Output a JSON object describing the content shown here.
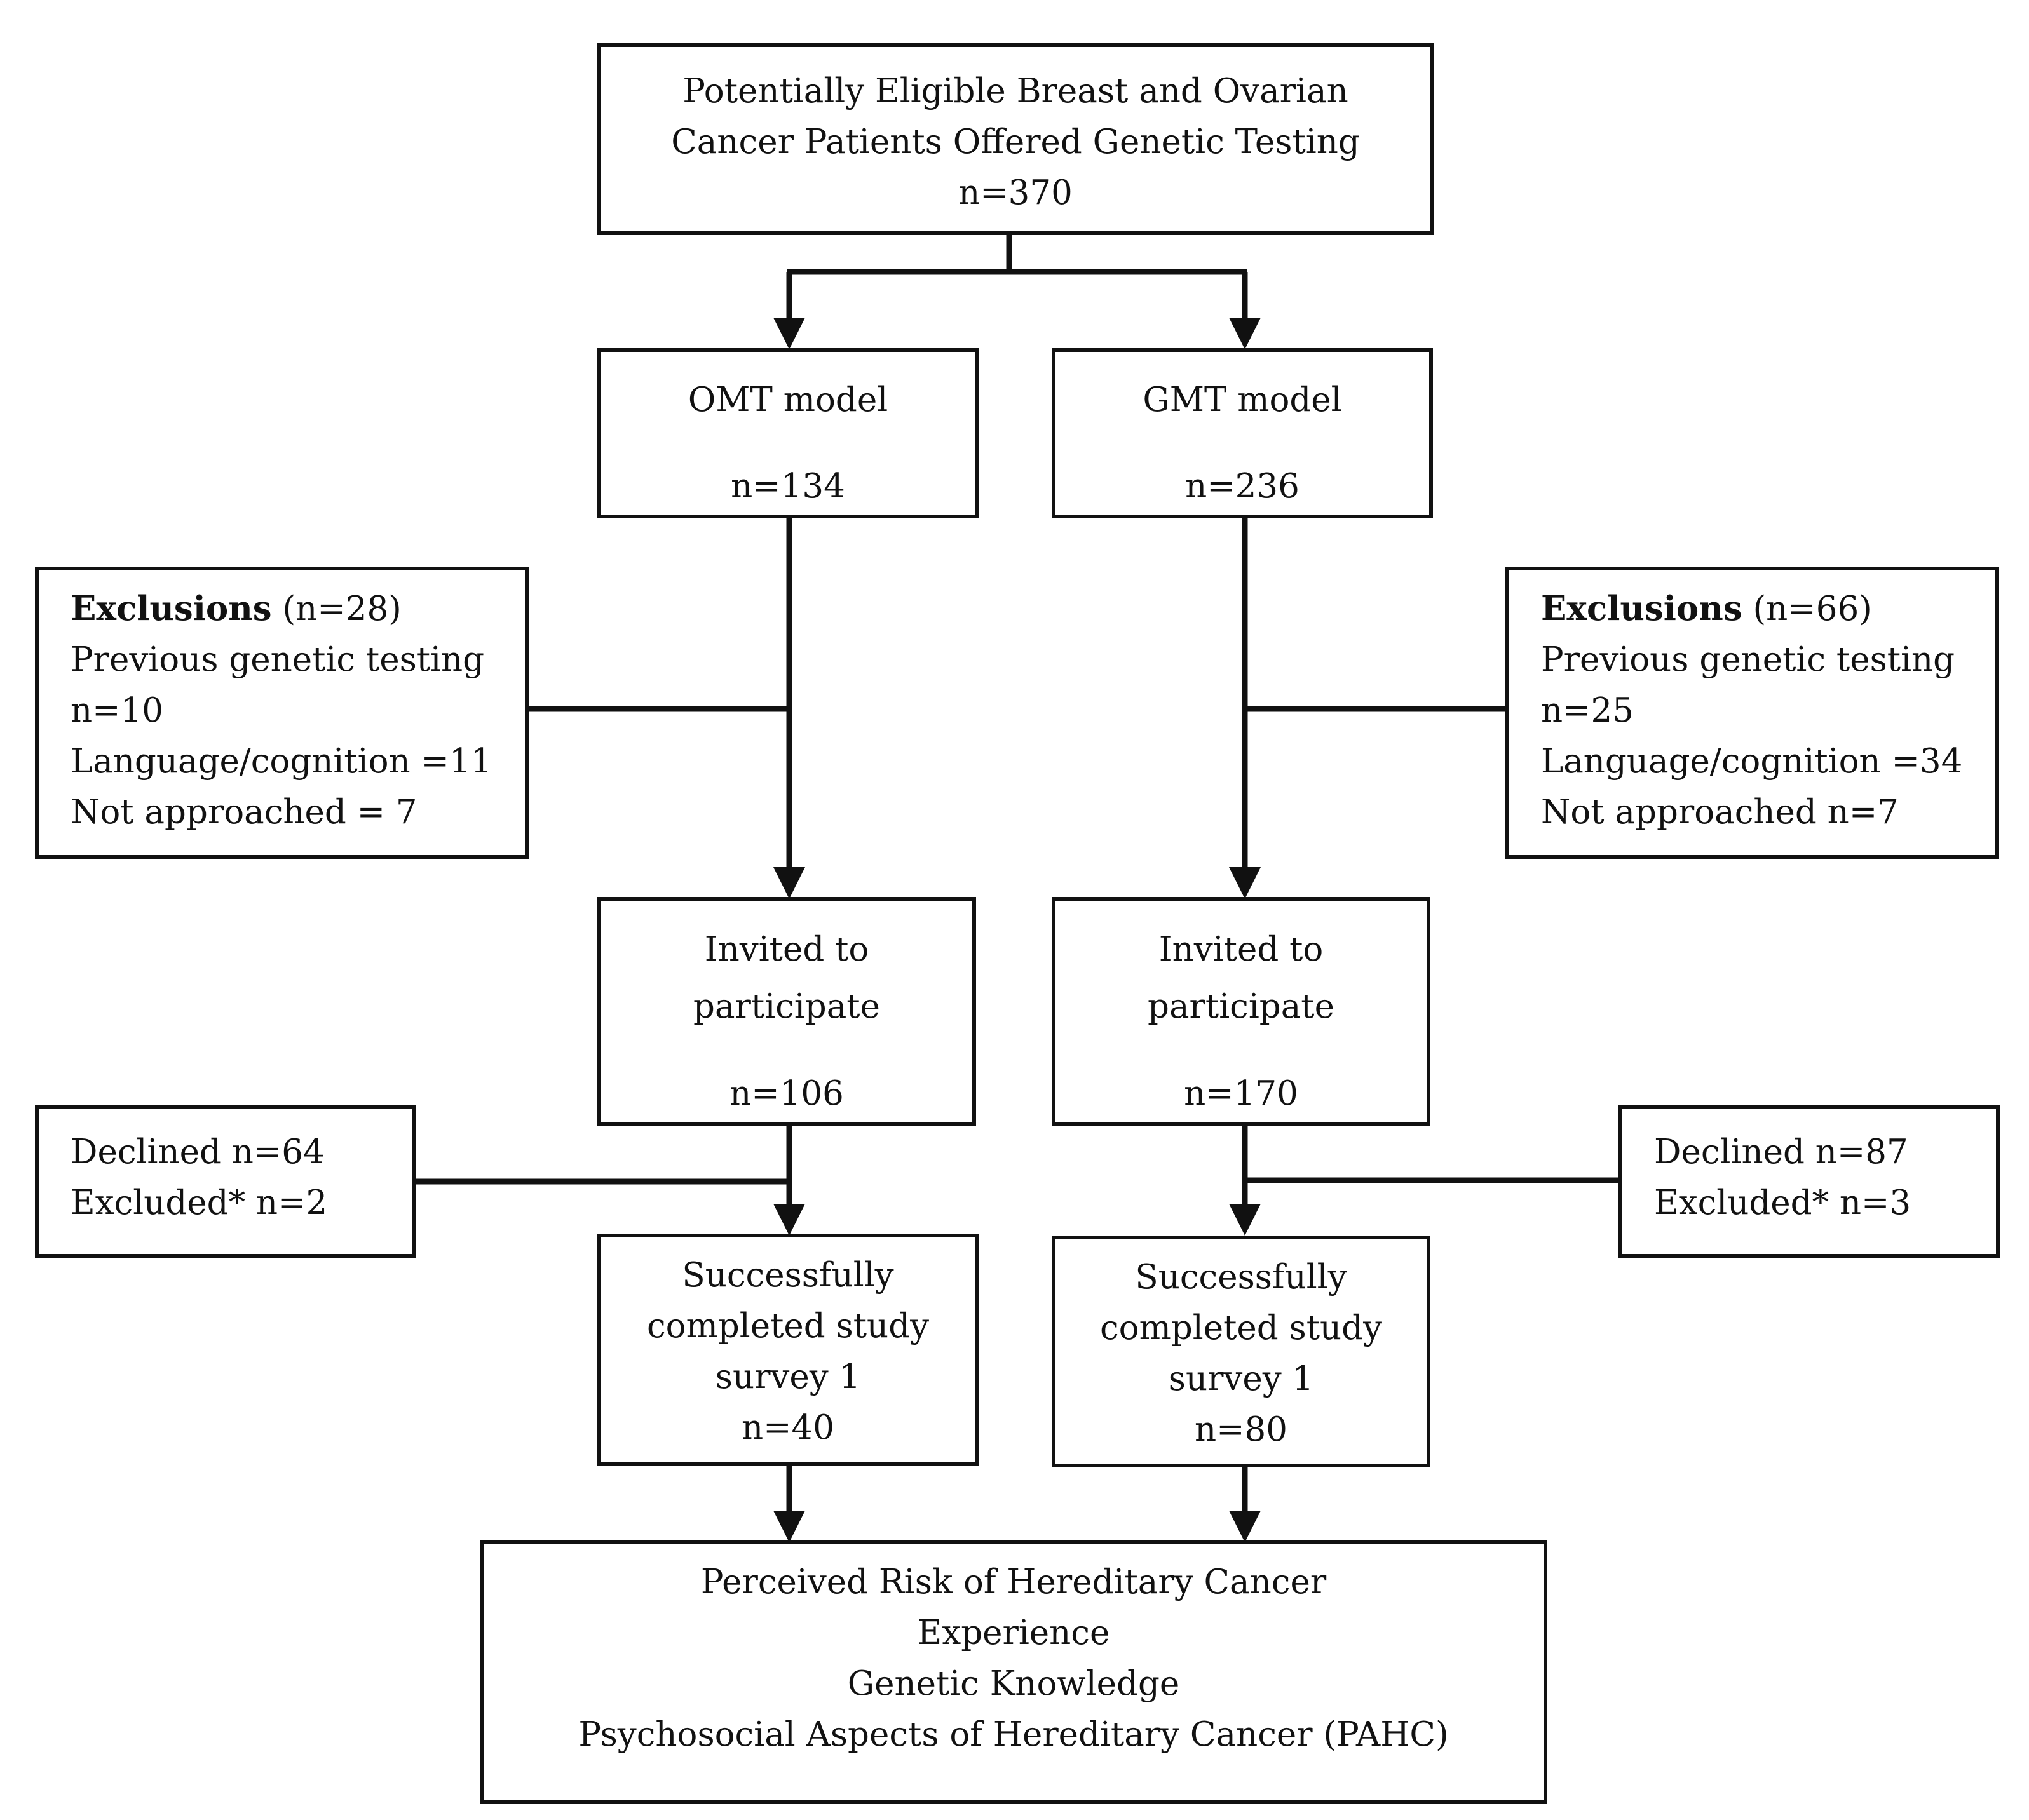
{
  "top": {
    "line1": "Potentially Eligible Breast and Ovarian",
    "line2": "Cancer Patients Offered Genetic Testing",
    "n": "n=370"
  },
  "omt": {
    "model": {
      "title": "OMT model",
      "n": "n=134"
    },
    "exclusions": {
      "label": "Exclusions",
      "count": "(n=28)",
      "line1": "Previous genetic testing",
      "line2": "n=10",
      "line3": "Language/cognition =11",
      "line4": "Not approached = 7"
    },
    "invited": {
      "line1": "Invited to",
      "line2": "participate",
      "n": "n=106"
    },
    "declined": {
      "line1": "Declined n=64",
      "line2": "Excluded* n=2"
    },
    "completed": {
      "line1": "Successfully",
      "line2": "completed study",
      "line3": "survey 1",
      "n": "n=40"
    }
  },
  "gmt": {
    "model": {
      "title": "GMT model",
      "n": "n=236"
    },
    "exclusions": {
      "label": "Exclusions",
      "count": "(n=66)",
      "line1": "Previous genetic testing",
      "line2": "n=25",
      "line3": "Language/cognition =34",
      "line4": "Not approached n=7"
    },
    "invited": {
      "line1": "Invited to",
      "line2": "participate",
      "n": "n=170"
    },
    "declined": {
      "line1": "Declined n=87",
      "line2": "Excluded* n=3"
    },
    "completed": {
      "line1": "Successfully",
      "line2": "completed study",
      "line3": "survey 1",
      "n": "n=80"
    }
  },
  "outcomes": {
    "line1": "Perceived Risk of Hereditary Cancer",
    "line2": "Experience",
    "line3": "Genetic Knowledge",
    "line4": "Psychosocial Aspects of Hereditary Cancer (PAHC)"
  }
}
